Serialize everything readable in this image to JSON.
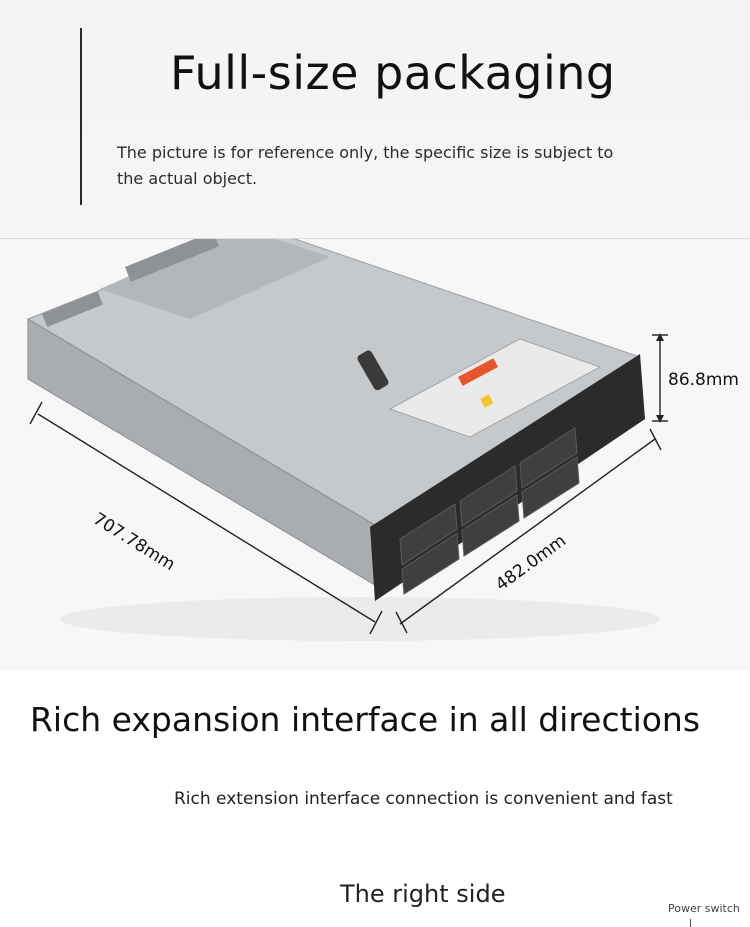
{
  "hero": {
    "title": "Full-size packaging",
    "subtitle": "The picture is for reference only, the specific size is subject to the actual object."
  },
  "dimensions": {
    "height": "86.8mm",
    "length": "707.78mm",
    "width": "482.0mm"
  },
  "expansion": {
    "title": "Rich expansion interface in all directions",
    "subtitle": "Rich extension interface connection is convenient and fast"
  },
  "right_side": {
    "title": "The right side",
    "callout": "Power switch"
  },
  "colors": {
    "chassis": "#b9bcbf",
    "front_panel": "#2b2b2b",
    "label_orange": "#e4572e",
    "label_yellow": "#f2c531"
  }
}
